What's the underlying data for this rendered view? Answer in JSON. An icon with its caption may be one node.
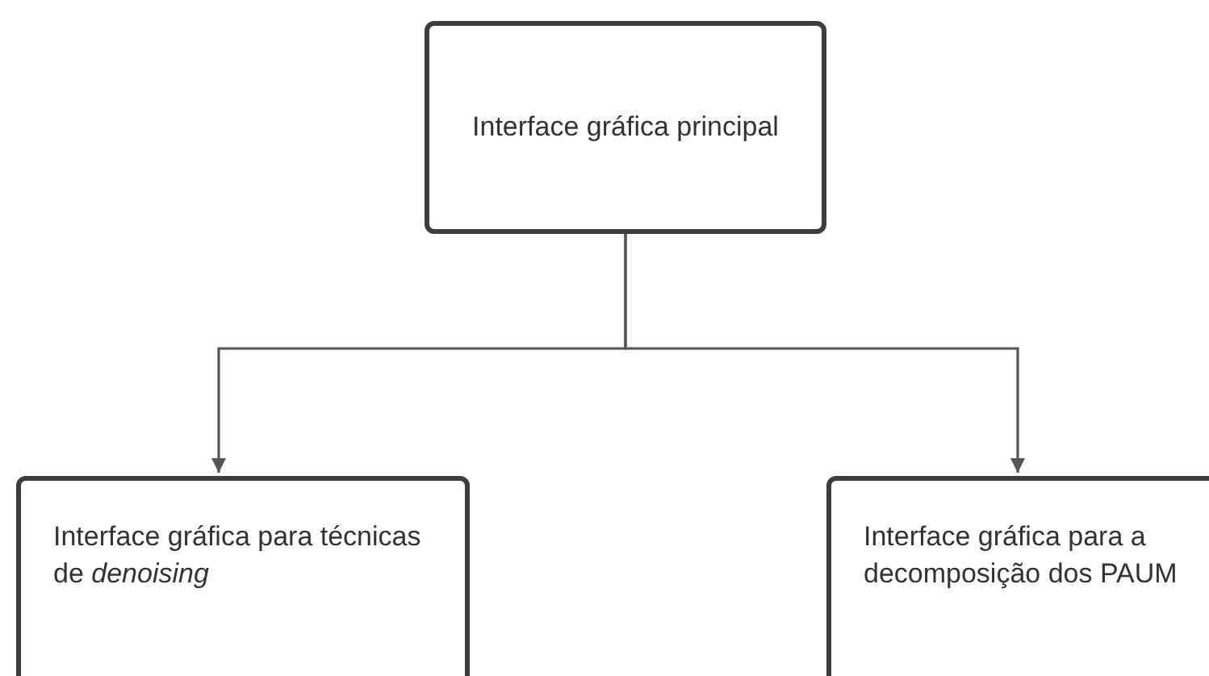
{
  "diagram": {
    "nodes": [
      {
        "text": [
          "Interface gráfica principal"
        ]
      },
      {
        "text": [
          "Interface gráfica para técnicas de *denoising*"
        ]
      },
      {
        "text": [
          "Interface gráfica para a decomposição dos PAUM"
        ]
      }
    ],
    "edges": [
      {
        "from": 0,
        "to": 1,
        "arrow": "to"
      },
      {
        "from": 0,
        "to": 2,
        "arrow": "to"
      }
    ]
  }
}
